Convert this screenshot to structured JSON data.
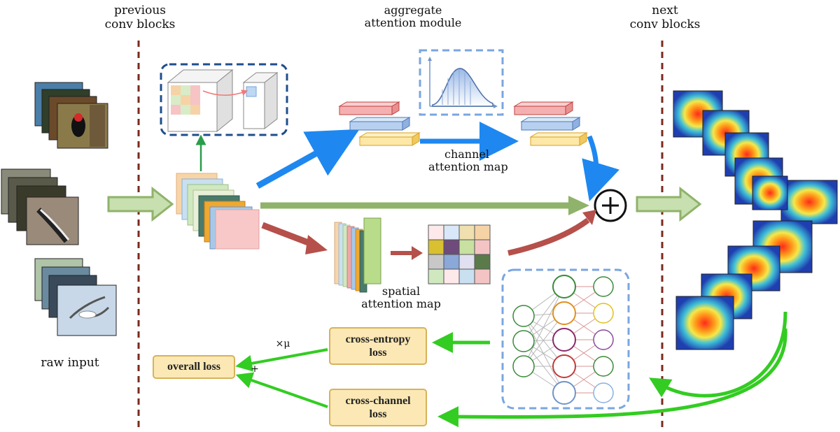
{
  "labels": {
    "previous_conv_blocks": [
      "previous",
      "conv blocks"
    ],
    "aggregate_attention_module": [
      "aggregate",
      "attention module"
    ],
    "next_conv_blocks": [
      "next",
      "conv blocks"
    ],
    "channel_attention_map": [
      "channel",
      "attention map"
    ],
    "spatial_attention_map": [
      "spatial",
      "attention map"
    ],
    "raw_input": "raw input",
    "mu_factor": "×μ",
    "plus_sign": "+"
  },
  "loss_boxes": {
    "cross_entropy": [
      "cross-entropy",
      "loss"
    ],
    "cross_channel": [
      "cross-channel",
      "loss"
    ],
    "overall": "overall loss"
  },
  "colors": {
    "green_arrow": "#8fb36a",
    "blue_arrow": "#1e88f0",
    "red_arrow": "#b5504a",
    "bright_green": "#33cc22",
    "divider": "#7a2a1e",
    "box_fill": "#fbe8b4",
    "box_border": "#d8b25a",
    "dashed_blue": "#1f4e8c",
    "dashed_light_blue": "#7aa6e0"
  }
}
